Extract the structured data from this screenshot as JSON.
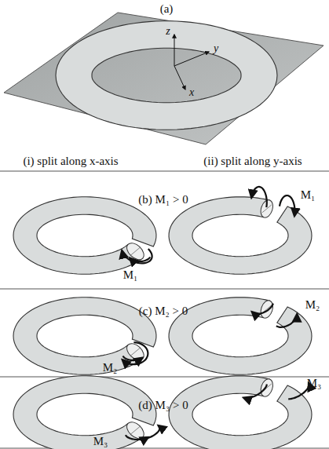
{
  "diagram": {
    "labels": [
      "(a)",
      "z",
      "y",
      "x",
      "(i) split along x-axis",
      "(ii) split along y-axis",
      "(b) M₁ > 0",
      "M₁",
      "M₁",
      "(c) M₂ > 0",
      "M₂",
      "M₂",
      "(d) M₃ > 0",
      "M₃",
      "M₃"
    ]
  }
}
